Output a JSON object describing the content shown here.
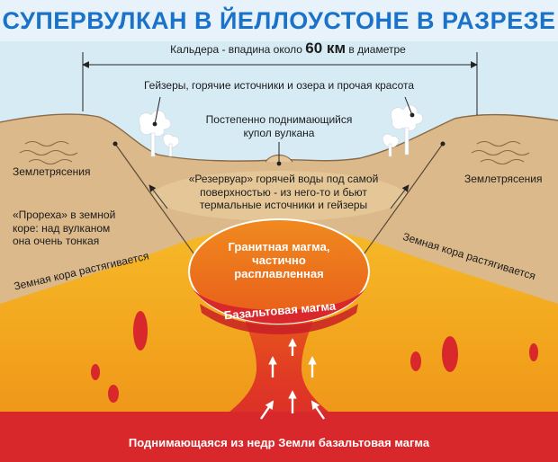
{
  "title": "СУПЕРВУЛКАН В ЙЕЛЛОУСТОНЕ В РАЗРЕЗЕ",
  "caldera": {
    "before": "Кальдера - впадина около",
    "value": "60 км",
    "after": "в диаметре"
  },
  "geysers": "Гейзеры, горячие источники и озера и прочая красота",
  "dome": [
    "Постепенно поднимающийся",
    "купол вулкана"
  ],
  "quake_left": "Землетрясения",
  "quake_right": "Землетрясения",
  "reservoir": [
    "«Резервуар» горячей воды под самой",
    "поверхностью - из него-то и бьют",
    "термальные источники и гейзеры"
  ],
  "rift": [
    "«Прореха» в земной",
    "коре: над вулканом",
    "она очень тонкая"
  ],
  "crust_left": "Земная кора растягивается",
  "crust_right": "Земная кора растягивается",
  "granite": [
    "Гранитная магма,",
    "частично",
    "расплавленная"
  ],
  "basalt": "Базальтовая магма",
  "bottom": "Поднимающаяся из недр Земли базальтовая магма",
  "colors": {
    "title": "#1a73c9",
    "sky": "#d7ebf5",
    "crust": "#dbb98a",
    "mantle": "#f3a81c",
    "magma_orange": "#ef7b1f",
    "magma_red": "#d9282b"
  }
}
